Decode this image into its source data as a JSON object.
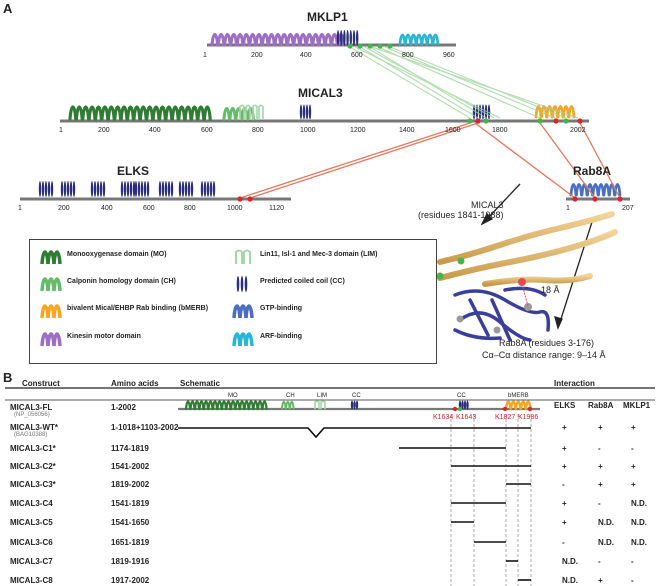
{
  "panel_a": {
    "letter": "A",
    "mklp1": {
      "name": "MKLP1",
      "ticks": [
        "1",
        "200",
        "400",
        "600",
        "800",
        "960"
      ]
    },
    "mical3": {
      "name": "MICAL3",
      "ticks": [
        "1",
        "200",
        "400",
        "600",
        "800",
        "1000",
        "1200",
        "1400",
        "1600",
        "1800",
        "2002"
      ]
    },
    "elks": {
      "name": "ELKS",
      "ticks": [
        "1",
        "200",
        "400",
        "600",
        "800",
        "1000",
        "1120"
      ]
    },
    "rab8a": {
      "name": "Rab8A",
      "ticks": [
        "1",
        "207"
      ]
    },
    "structure": {
      "mical3_caption_1": "MICAL3",
      "mical3_caption_2": "(residues 1841-1988)",
      "distance_label": "18 Å",
      "rab8a_caption_1": "Rab8A (residues 3-176)",
      "rab8a_caption_2": "Cα–Cα  distance range: 9–14 Å"
    },
    "legend": [
      {
        "label": "Monooxygenase domain (MO)",
        "icon": "mo-helix-icon",
        "color": "#2e7d32"
      },
      {
        "label": "Calponin homology domain (CH)",
        "icon": "ch-helix-icon",
        "color": "#66bb6a"
      },
      {
        "label": "bivalent Mical/EHBP Rab binding (bMERB)",
        "icon": "bmerb-helix-icon",
        "color": "#f5a623"
      },
      {
        "label": "Kinesin motor domain",
        "icon": "kinesin-helix-icon",
        "color": "#9c6fc4"
      },
      {
        "label": "Lin11, Isl-1 and Mec-3 domain (LIM)",
        "icon": "lim-icon",
        "color": "#a5d6a7"
      },
      {
        "label": "Predicted coiled coil (CC)",
        "icon": "cc-icon",
        "color": "#2b2f7a"
      },
      {
        "label": "GTP-binding",
        "icon": "gtp-helix-icon",
        "color": "#4a6fc2"
      },
      {
        "label": "ARF-binding",
        "icon": "arf-helix-icon",
        "color": "#29b6d6"
      }
    ]
  },
  "panel_b": {
    "letter": "B",
    "headers": {
      "construct": "Construct",
      "amino_acids": "Amino acids",
      "schematic": "Schematic",
      "interaction": "Interaction",
      "elks": "ELKS",
      "rab8a": "Rab8A",
      "mklp1": "MKLP1"
    },
    "schematic_labels": {
      "mo": "MO",
      "ch": "CH",
      "lim": "LIM",
      "cc1": "CC",
      "cc2": "CC",
      "bmerb": "bMERB"
    },
    "mutations": [
      "K1634",
      "K1643",
      "K1827",
      "K1986"
    ],
    "rows": [
      {
        "construct": "MICAL3-FL",
        "accession": "(NP_056056)",
        "aa": "1-2002",
        "elks": "",
        "rab8a": "",
        "mklp1": ""
      },
      {
        "construct": "MICAL3-WT*",
        "accession": "(BAG10388)",
        "aa": "1-1018+1103-2002",
        "elks": "+",
        "rab8a": "+",
        "mklp1": "+"
      },
      {
        "construct": "MICAL3-C1*",
        "accession": "",
        "aa": "1174-1819",
        "elks": "+",
        "rab8a": "-",
        "mklp1": "-"
      },
      {
        "construct": "MICAL3-C2*",
        "accession": "",
        "aa": "1541-2002",
        "elks": "+",
        "rab8a": "+",
        "mklp1": "+"
      },
      {
        "construct": "MICAL3-C3*",
        "accession": "",
        "aa": "1819-2002",
        "elks": "-",
        "rab8a": "+",
        "mklp1": "+"
      },
      {
        "construct": "MICAL3-C4",
        "accession": "",
        "aa": "1541-1819",
        "elks": "+",
        "rab8a": "-",
        "mklp1": "N.D."
      },
      {
        "construct": "MICAL3-C5",
        "accession": "",
        "aa": "1541-1650",
        "elks": "+",
        "rab8a": "N.D.",
        "mklp1": "N.D."
      },
      {
        "construct": "MICAL3-C6",
        "accession": "",
        "aa": "1651-1819",
        "elks": "-",
        "rab8a": "N.D.",
        "mklp1": "N.D."
      },
      {
        "construct": "MICAL3-C7",
        "accession": "",
        "aa": "1819-1916",
        "elks": "N.D.",
        "rab8a": "-",
        "mklp1": "-"
      },
      {
        "construct": "MICAL3-C8",
        "accession": "",
        "aa": "1917-2002",
        "elks": "N.D.",
        "rab8a": "+",
        "mklp1": "-"
      }
    ]
  }
}
